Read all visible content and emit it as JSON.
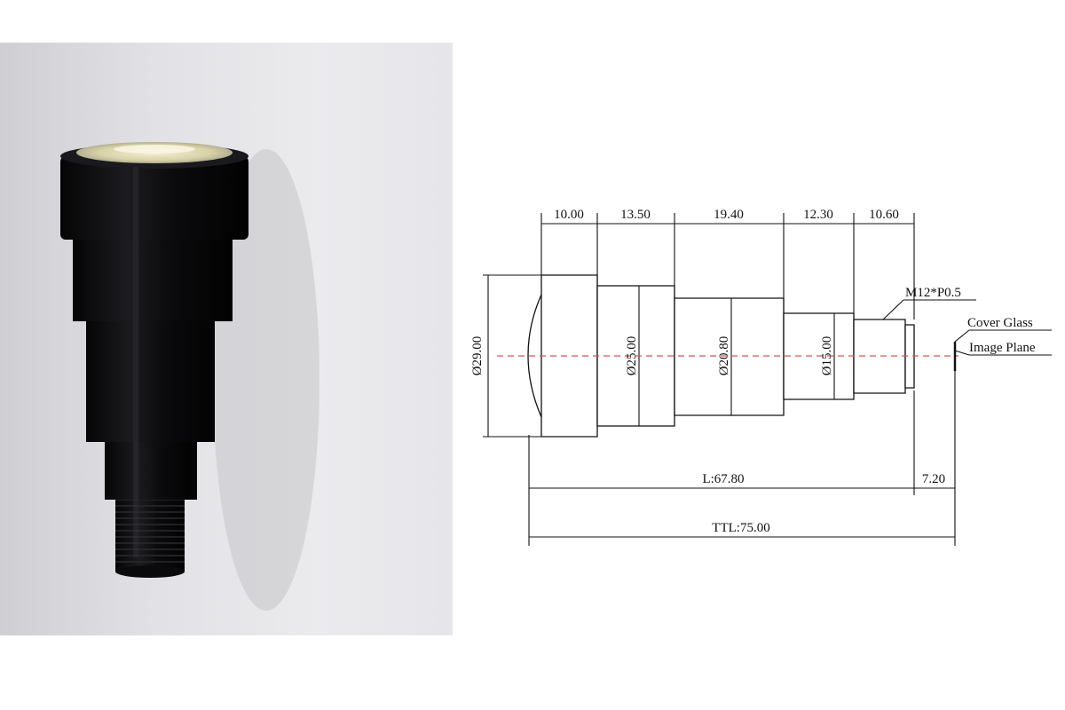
{
  "photo": {
    "subject": "black stepped lens barrel with front glass element"
  },
  "drawing": {
    "segment_lengths": [
      "10.00",
      "13.50",
      "19.40",
      "12.30",
      "10.60"
    ],
    "diameters": [
      "Ø29.00",
      "Ø25.00",
      "Ø20.80",
      "Ø15.00"
    ],
    "thread_label": "M12*P0.5",
    "cover_glass_label": "Cover Glass",
    "image_plane_label": "Image Plane",
    "length_label": "L:67.80",
    "back_focus_label": "7.20",
    "ttl_label": "TTL:75.00"
  },
  "colors": {
    "barrel": "#121214",
    "line": "#111111",
    "axis": "#d9534f"
  }
}
